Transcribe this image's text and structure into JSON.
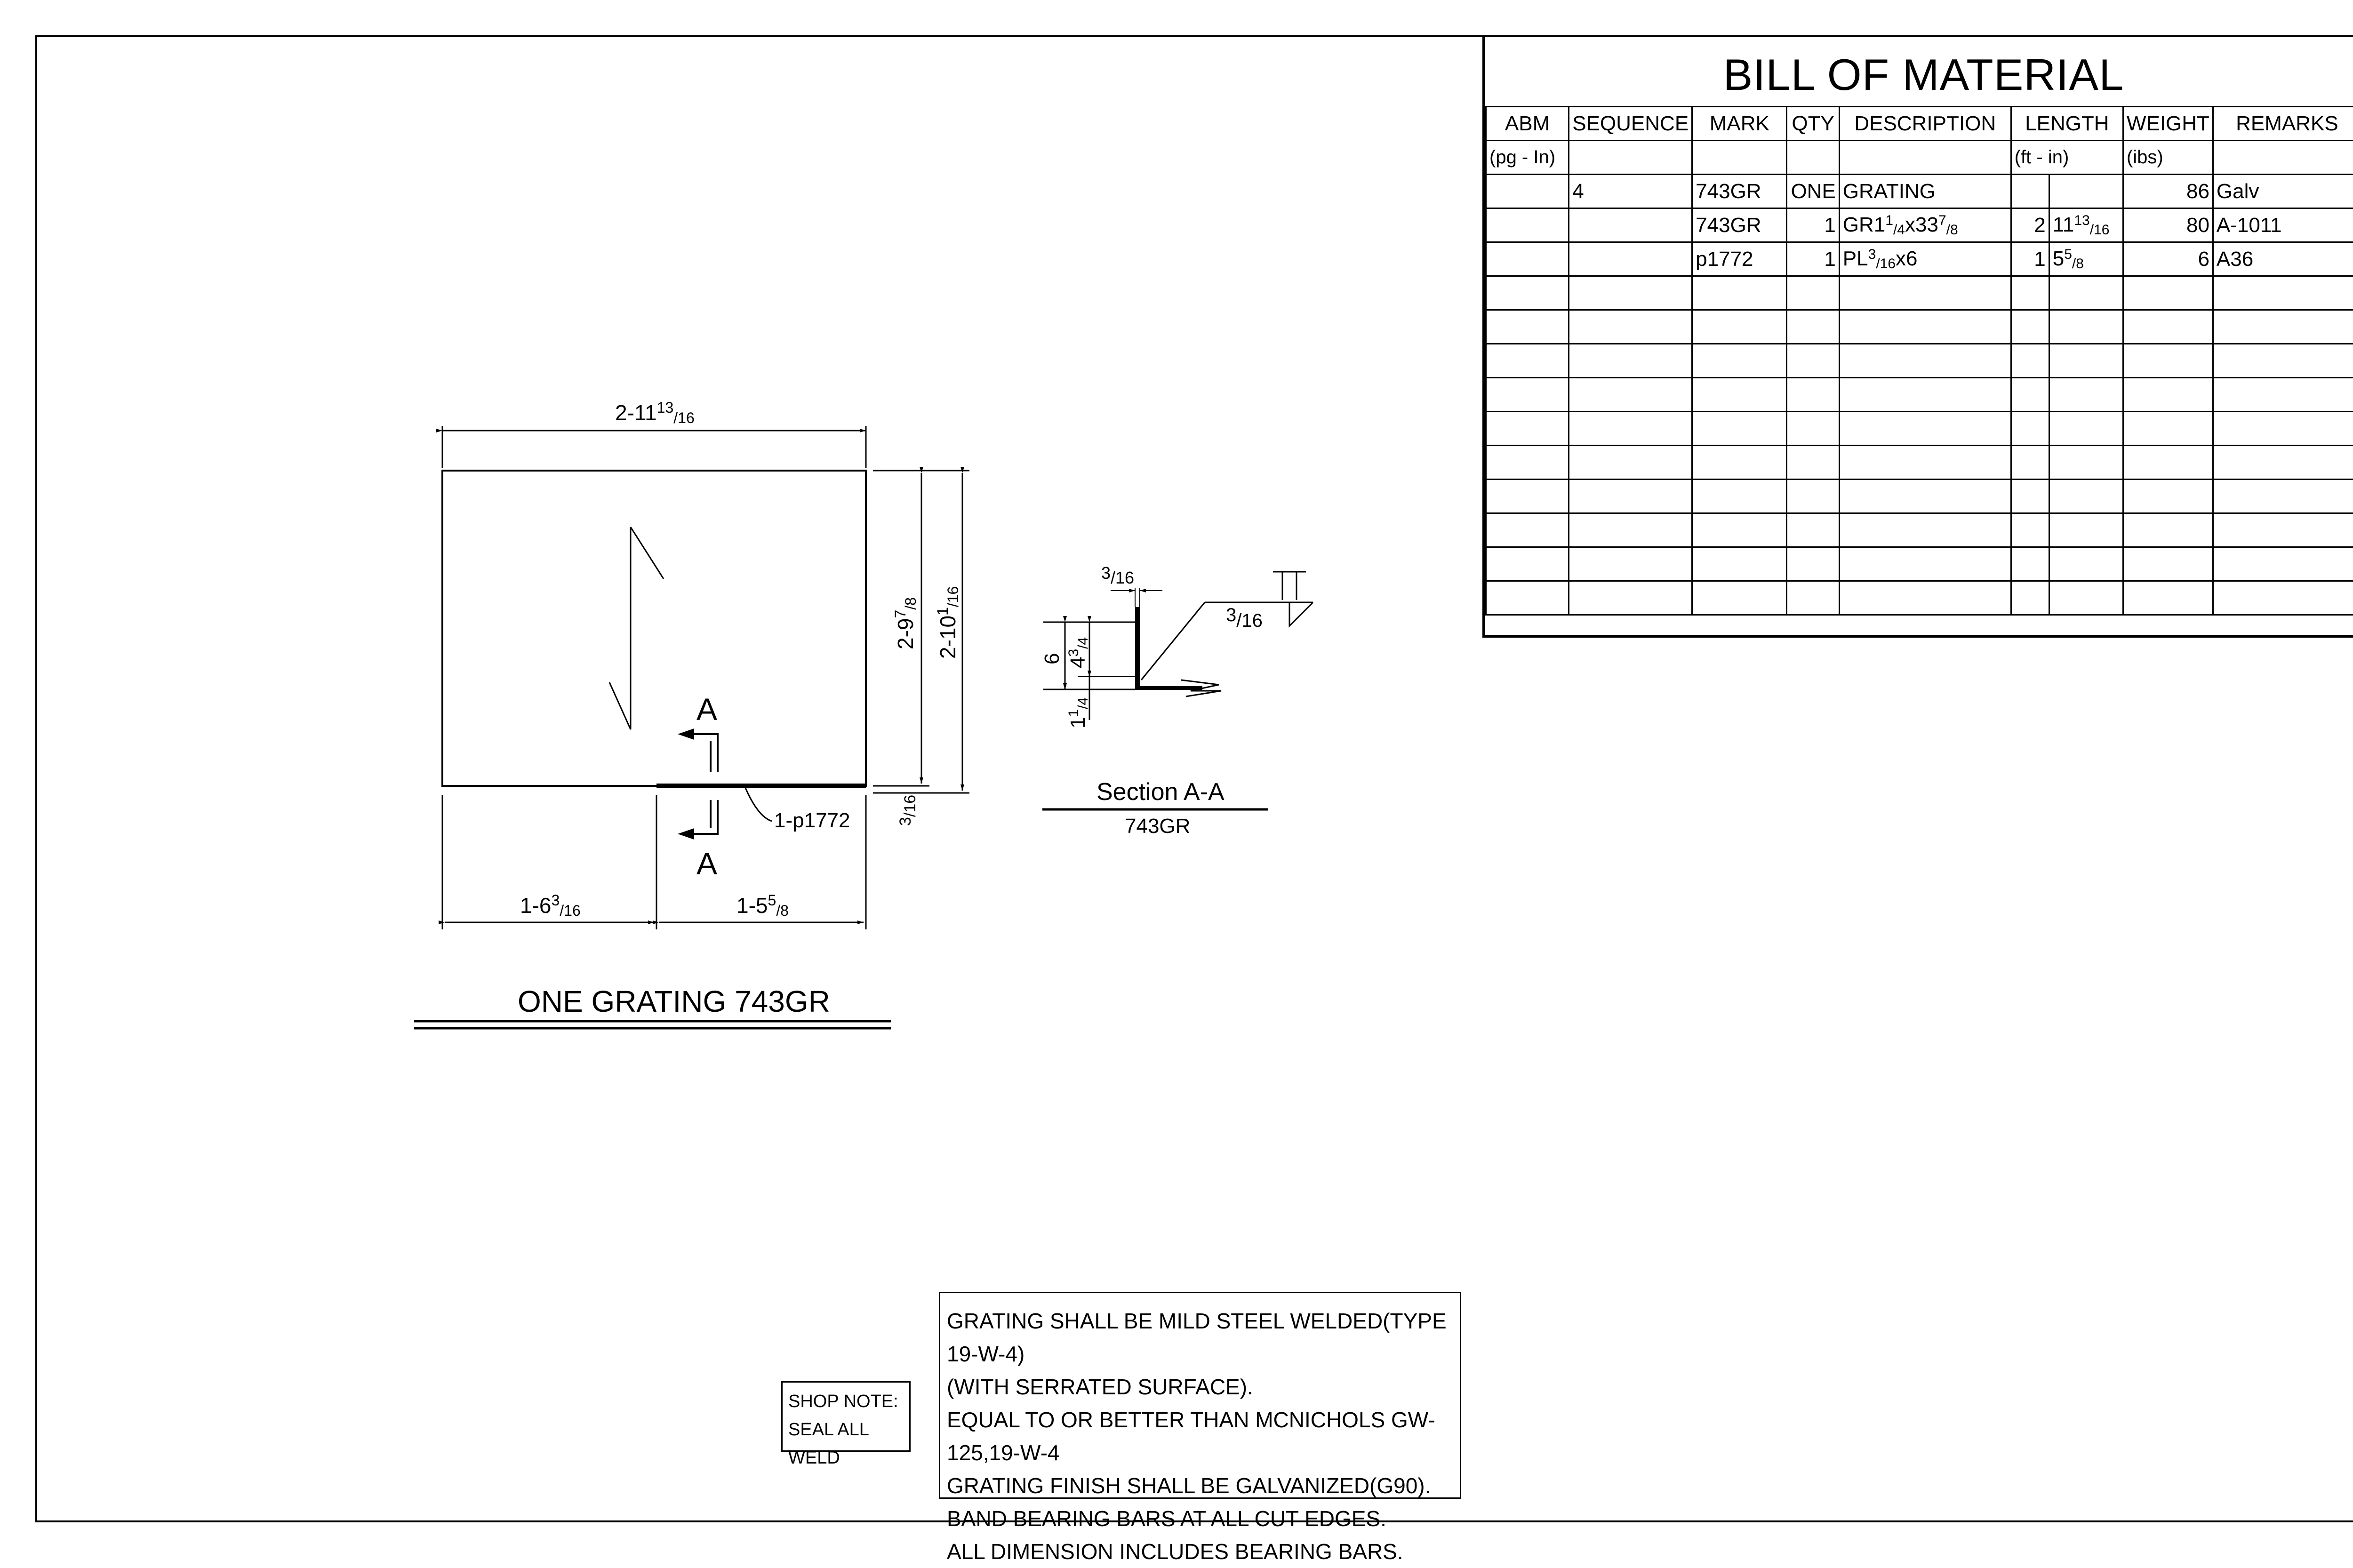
{
  "bom": {
    "title": "BILL OF MATERIAL",
    "headers": [
      "ABM",
      "SEQUENCE",
      "MARK",
      "QTY",
      "DESCRIPTION",
      "LENGTH",
      "WEIGHT",
      "REMARKS"
    ],
    "units": {
      "abm": "(pg - In)",
      "length": "(ft  -  in)",
      "weight": "(ibs)"
    },
    "rows": [
      {
        "abm": "",
        "sequence": "4",
        "mark": "743GR",
        "qty": "ONE",
        "desc": "GRATING",
        "desc_parts": {},
        "ft": "",
        "in": "",
        "in_parts": {},
        "weight": "86",
        "remarks": "Galv"
      },
      {
        "abm": "",
        "sequence": "",
        "mark": "743GR",
        "qty": "1",
        "desc": "GR1",
        "desc_parts": {
          "a": "1",
          "b": "/4",
          "c": "x33",
          "d": "7",
          "e": "/8"
        },
        "ft": "2",
        "in": "11",
        "in_parts": {
          "n": "13",
          "d": "/16"
        },
        "weight": "80",
        "remarks": "A-1011"
      },
      {
        "abm": "",
        "sequence": "",
        "mark": "p1772",
        "qty": "1",
        "desc": "PL",
        "desc_parts": {
          "a": "3",
          "b": "/16",
          "c": "x6"
        },
        "ft": "1",
        "in": "5",
        "in_parts": {
          "n": "5",
          "d": "/8"
        },
        "weight": "6",
        "remarks": "A36"
      }
    ]
  },
  "plan": {
    "top_dim": {
      "main": "2-11",
      "sup": "13",
      "sub": "/16"
    },
    "right_dim1": {
      "main": "2-9",
      "sup": "7",
      "sub": "/8"
    },
    "right_dim2": {
      "main": "2-10",
      "sup": "1",
      "sub": "/16"
    },
    "small_dim": {
      "sup": "3",
      "sub": "/16"
    },
    "bottom_left": {
      "main": "1-6",
      "sup": "3",
      "sub": "/16"
    },
    "bottom_right": {
      "main": "1-5",
      "sup": "5",
      "sub": "/8"
    },
    "callout": "1-p1772",
    "section_letter": "A",
    "title": "ONE GRATING 743GR"
  },
  "section": {
    "title": "Section A-A",
    "subtitle": "743GR",
    "dim_6": "6",
    "dim_43_4": {
      "main": "4",
      "sup": "3",
      "sub": "/4"
    },
    "dim_11_4": {
      "main": "1",
      "sup": "1",
      "sub": "/4"
    },
    "dim_3_16_top": {
      "sup": "3",
      "sub": "/16"
    },
    "weld_size": {
      "sup": "3",
      "sub": "/16"
    }
  },
  "notes": {
    "lines": [
      "GRATING SHALL BE MILD STEEL WELDED(TYPE 19-W-4)",
      "(WITH SERRATED SURFACE).",
      "EQUAL TO OR BETTER THAN MCNICHOLS GW-125,19-W-4",
      "GRATING FINISH SHALL BE GALVANIZED(G90).",
      "BAND BEARING BARS AT ALL CUT EDGES.",
      "ALL DIMENSION INCLUDES BEARING BARS."
    ]
  },
  "shop_note": {
    "line1": "SHOP NOTE:",
    "line2": "SEAL ALL WELD"
  }
}
